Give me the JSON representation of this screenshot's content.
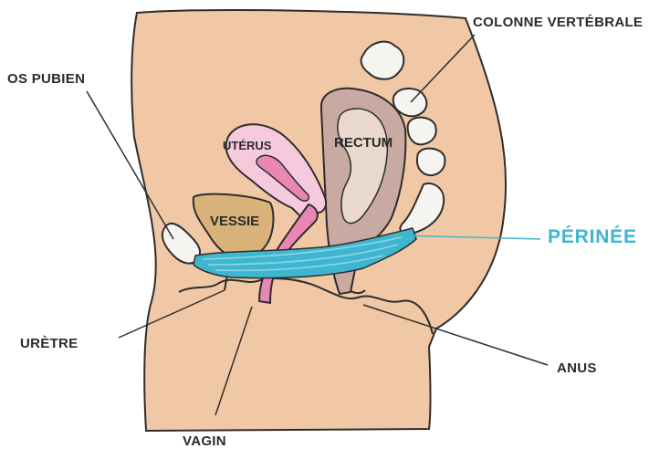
{
  "labels": {
    "colonne": "COLONNE VERTÉBRALE",
    "os_pubien": "OS PUBIEN",
    "perinee": "PÉRINÉE",
    "uretre": "URÈTRE",
    "anus": "ANUS",
    "vagin": "VAGIN",
    "uterus": "UTÉRUS",
    "rectum": "RECTUM",
    "vessie": "VESSIE"
  },
  "colors": {
    "skin": "#f1c8a5",
    "outline": "#2d2d2d",
    "perinee": "#3fb6cf",
    "muscle_light": "#8fd6e4",
    "uterus": "#f6c9dc",
    "uterus_inner": "#ea86b4",
    "rectum": "#c8aaa3",
    "rectum_inner": "#e8d8cd",
    "vessie": "#d9b27a",
    "bone": "#f6f4f0"
  }
}
